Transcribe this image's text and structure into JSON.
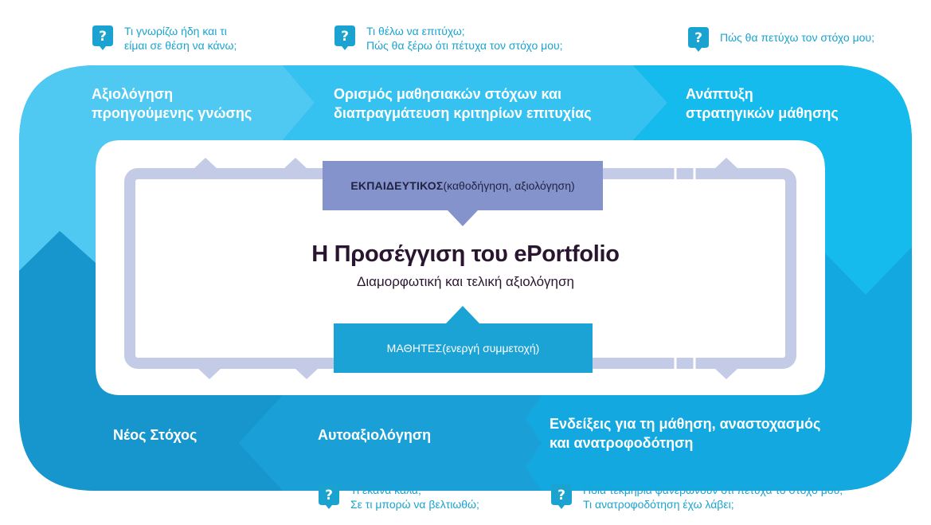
{
  "title": "Η Προσέγγιση του ePortfolio",
  "subtitle": "Διαμορφωτική και τελική αξιολόγηση",
  "teacher": {
    "strong": "ΕΚΠΑΙΔΕΥΤΙΚΟΣ",
    "detail": " (καθοδήγηση, αξιολόγηση)"
  },
  "students": {
    "strong": "ΜΑΘΗΤΕΣ",
    "detail": " (ενεργή συμμετοχή)"
  },
  "stages": {
    "prior_assessment": [
      "Αξιολόγηση",
      "προηγούμενης γνώσης"
    ],
    "goal_setting": [
      "Ορισμός μαθησιακών στόχων και",
      "διαπραγμάτευση κριτηρίων επιτυχίας"
    ],
    "strategy": [
      "Ανάπτυξη",
      "στρατηγικών μάθησης"
    ],
    "evidence": [
      "Ενδείξεις για τη μάθηση, αναστοχασμός",
      "και ανατροφοδότηση"
    ],
    "self_assessment": [
      "Αυτοαξιολόγηση"
    ],
    "new_goal": [
      "Νέος Στόχος"
    ]
  },
  "questions": {
    "q1": [
      "Τι γνωρίζω ήδη και τι",
      "είμαι σε θέση να κάνω;"
    ],
    "q2": [
      "Τι θέλω να επιτύχω;",
      "Πώς θα ξέρω ότι πέτυχα τον στόχο μου;"
    ],
    "q3": [
      "Πώς θα πετύχω τον στόχο μου;"
    ],
    "q4": [
      "Τι έκανα καλά;",
      "Σε τι μπορώ να βελτιωθώ;"
    ],
    "q5": [
      "Ποια τεκμήρια φανερώνουν ότι πέτυχα το στόχο μου;",
      "Τι ανατροφοδότηση έχω λάβει;"
    ]
  },
  "colors": {
    "light_blue": "#4fc8f2",
    "mid_blue": "#14b3e6",
    "dark_blue": "#1796cd",
    "inner_frame": "#c3cbe6",
    "teacher_box": "#8593cd",
    "students_box": "#1aa3d4",
    "question_text": "#1aa3d1"
  }
}
